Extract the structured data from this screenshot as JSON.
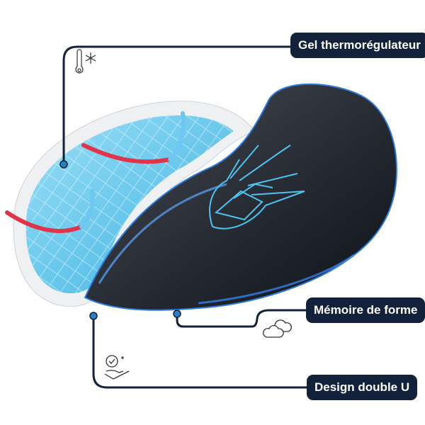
{
  "callouts": [
    {
      "label": "Gel thermorégulateur",
      "icon": "thermometer-snowflake-icon"
    },
    {
      "label": "Mémoire de forme",
      "icon": "clouds-icon"
    },
    {
      "label": "Design double U",
      "icon": "hand-check-icon"
    }
  ],
  "colors": {
    "label_bg": "#13213a",
    "line": "#13213a",
    "dot": "#2b7fc1",
    "gel_blue": "#5fc4ea",
    "foam_dark": "#1b1f27",
    "warm_arrow": "#e0344a"
  }
}
